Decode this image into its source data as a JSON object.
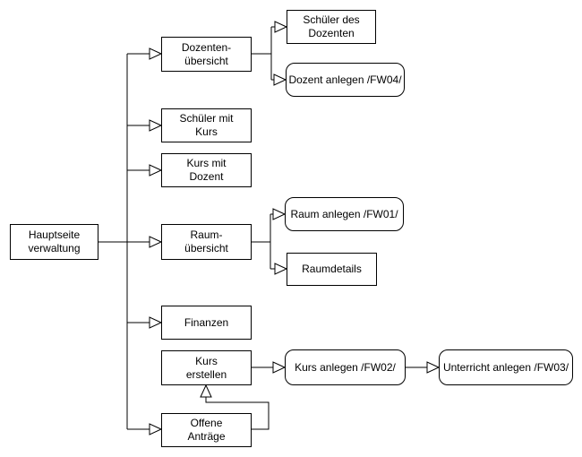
{
  "diagram": {
    "background_color": "#ffffff",
    "line_color": "#000000",
    "text_color": "#000000",
    "node_fill_color": "#ffffff",
    "nodes": {
      "hauptseite": {
        "label": "Hauptseite\nverwaltung",
        "shape": "rectangle"
      },
      "dozenten": {
        "label": "Dozenten-\nübersicht",
        "shape": "rectangle"
      },
      "schuelerDozenten": {
        "label": "Schüler des\nDozenten",
        "shape": "rectangle"
      },
      "dozentAnlegen": {
        "label": "Dozent anlegen /FW04/",
        "shape": "rounded"
      },
      "schuelerKurs": {
        "label": "Schüler mit\nKurs",
        "shape": "rectangle"
      },
      "kursDozent": {
        "label": "Kurs mit\nDozent",
        "shape": "rectangle"
      },
      "raum": {
        "label": "Raum-\nübersicht",
        "shape": "rectangle"
      },
      "raumAnlegen": {
        "label": "Raum anlegen /FW01/",
        "shape": "rounded"
      },
      "raumdetails": {
        "label": "Raumdetails",
        "shape": "rectangle"
      },
      "finanzen": {
        "label": "Finanzen",
        "shape": "rectangle"
      },
      "kursErstellen": {
        "label": "Kurs\nerstellen",
        "shape": "rectangle"
      },
      "kursAnlegen": {
        "label": "Kurs anlegen /FW02/",
        "shape": "rounded"
      },
      "unterrichtAnlegen": {
        "label": "Unterricht anlegen /FW03/",
        "shape": "rounded"
      },
      "offeneAntraege": {
        "label": "Offene\nAnträge",
        "shape": "rectangle"
      }
    },
    "edges": [
      {
        "from": "hauptseite-verwaltung",
        "to": "dozenten-uebersicht"
      },
      {
        "from": "hauptseite-verwaltung",
        "to": "schueler-mit-kurs"
      },
      {
        "from": "hauptseite-verwaltung",
        "to": "kurs-mit-dozent"
      },
      {
        "from": "hauptseite-verwaltung",
        "to": "raum-uebersicht"
      },
      {
        "from": "hauptseite-verwaltung",
        "to": "finanzen"
      },
      {
        "from": "hauptseite-verwaltung",
        "to": "offene-antraege"
      },
      {
        "from": "dozenten-uebersicht",
        "to": "schueler-des-dozenten"
      },
      {
        "from": "dozenten-uebersicht",
        "to": "dozent-anlegen-fw04"
      },
      {
        "from": "raum-uebersicht",
        "to": "raum-anlegen-fw01"
      },
      {
        "from": "raum-uebersicht",
        "to": "raumdetails"
      },
      {
        "from": "kurs-erstellen",
        "to": "kurs-anlegen-fw02"
      },
      {
        "from": "kurs-anlegen-fw02",
        "to": "unterricht-anlegen-fw03"
      },
      {
        "from": "offene-antraege",
        "to": "kurs-erstellen"
      }
    ]
  }
}
